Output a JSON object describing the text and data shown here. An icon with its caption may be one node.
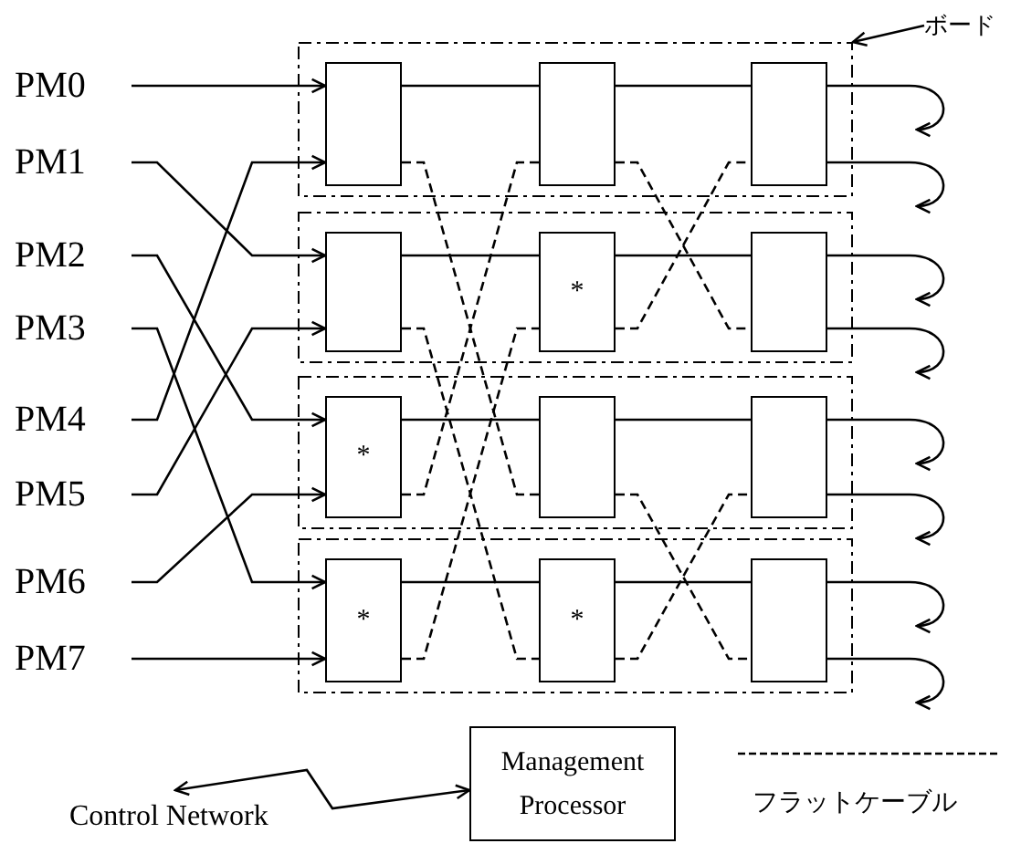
{
  "diagram": {
    "nodes": [
      {
        "text": [
          "PM0"
        ]
      },
      {
        "text": [
          "PM1"
        ]
      },
      {
        "text": [
          "PM2"
        ]
      },
      {
        "text": [
          "PM3"
        ]
      },
      {
        "text": [
          "PM4"
        ]
      },
      {
        "text": [
          "PM5"
        ]
      },
      {
        "text": [
          "PM6"
        ]
      },
      {
        "text": [
          "PM7"
        ]
      },
      {
        "text": [],
        "shape": "box"
      },
      {
        "text": [],
        "shape": "box",
        "in": 8
      },
      {
        "text": [],
        "shape": "box",
        "in": 8
      },
      {
        "text": [],
        "shape": "box",
        "in": 8
      },
      {
        "text": [],
        "shape": "box"
      },
      {
        "text": [],
        "shape": "box",
        "in": 12
      },
      {
        "text": [
          "*"
        ],
        "in": 12
      },
      {
        "text": [],
        "shape": "box",
        "in": 12
      },
      {
        "text": [],
        "shape": "box"
      },
      {
        "text": [
          "*"
        ],
        "in": 16
      },
      {
        "text": [],
        "shape": "box",
        "in": 16
      },
      {
        "text": [],
        "shape": "box",
        "in": 16
      },
      {
        "text": [],
        "shape": "box"
      },
      {
        "text": [
          "*"
        ],
        "in": 20
      },
      {
        "text": [
          "*"
        ],
        "in": 20
      },
      {
        "text": [],
        "shape": "box",
        "in": 20
      },
      {
        "text": [
          "ボード"
        ]
      },
      {
        "text": [
          "Management Processor"
        ]
      },
      {
        "text": [
          "Control Network"
        ]
      }
    ],
    "edges": [
      {
        "from": 0,
        "to": 9,
        "arrow": "to"
      },
      {
        "from": 1,
        "to": 13,
        "arrow": "to"
      },
      {
        "from": 2,
        "to": 17,
        "arrow": "to"
      },
      {
        "from": 3,
        "to": 21,
        "arrow": "to"
      },
      {
        "from": 4,
        "to": 9,
        "arrow": "to"
      },
      {
        "from": 5,
        "to": 13,
        "arrow": "to"
      },
      {
        "from": 6,
        "to": 17,
        "arrow": "to"
      },
      {
        "from": 7,
        "to": 21,
        "arrow": "to"
      },
      {
        "from": 9,
        "to": 10,
        "arrow": "none"
      },
      {
        "from": 13,
        "to": 14,
        "arrow": "none"
      },
      {
        "from": 17,
        "to": 18,
        "arrow": "none"
      },
      {
        "from": 21,
        "to": 22,
        "arrow": "none"
      },
      {
        "from": 9,
        "to": 18,
        "arrow": "none",
        "style": "dashed"
      },
      {
        "from": 13,
        "to": 22,
        "arrow": "none",
        "style": "dashed"
      },
      {
        "from": 17,
        "to": 10,
        "arrow": "none",
        "style": "dashed"
      },
      {
        "from": 21,
        "to": 14,
        "arrow": "none",
        "style": "dashed"
      },
      {
        "from": 10,
        "to": 11,
        "arrow": "none"
      },
      {
        "from": 14,
        "to": 15,
        "arrow": "none"
      },
      {
        "from": 18,
        "to": 19,
        "arrow": "none"
      },
      {
        "from": 22,
        "to": 23,
        "arrow": "none"
      },
      {
        "from": 10,
        "to": 15,
        "arrow": "none",
        "style": "dashed"
      },
      {
        "from": 14,
        "to": 11,
        "arrow": "none",
        "style": "dashed"
      },
      {
        "from": 18,
        "to": 23,
        "arrow": "none",
        "style": "dashed"
      },
      {
        "from": 22,
        "to": 19,
        "arrow": "none",
        "style": "dashed"
      },
      {
        "from": 11,
        "to": null,
        "arrow": "to"
      },
      {
        "from": 11,
        "to": null,
        "arrow": "to"
      },
      {
        "from": 15,
        "to": null,
        "arrow": "to"
      },
      {
        "from": 15,
        "to": null,
        "arrow": "to"
      },
      {
        "from": 19,
        "to": null,
        "arrow": "to"
      },
      {
        "from": 19,
        "to": null,
        "arrow": "to"
      },
      {
        "from": 23,
        "to": null,
        "arrow": "to"
      },
      {
        "from": 23,
        "to": null,
        "arrow": "to"
      },
      {
        "from": 24,
        "to": 8,
        "arrow": "to"
      },
      {
        "from": 26,
        "to": 25,
        "arrow": "both"
      }
    ],
    "legend": [
      {
        "text": "フラットケーブル"
      }
    ]
  }
}
